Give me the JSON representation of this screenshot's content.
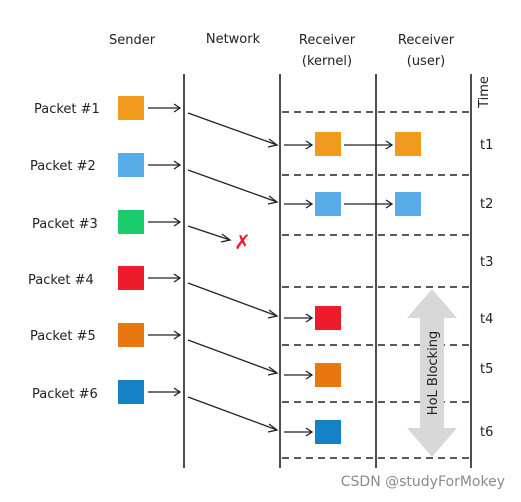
{
  "headers": {
    "sender": "Sender",
    "network": "Network",
    "receiver_kernel_1": "Receiver",
    "receiver_kernel_2": "(kernel)",
    "receiver_user_1": "Receiver",
    "receiver_user_2": "(user)",
    "time": "Time"
  },
  "packets": [
    {
      "label": "Packet #1",
      "color": "#f29a1e"
    },
    {
      "label": "Packet #2",
      "color": "#58ade8"
    },
    {
      "label": "Packet #3",
      "color": "#1bcc6d"
    },
    {
      "label": "Packet #4",
      "color": "#ee1b2b"
    },
    {
      "label": "Packet #5",
      "color": "#e87710"
    },
    {
      "label": "Packet #6",
      "color": "#1682c6"
    }
  ],
  "time_labels": [
    "t1",
    "t2",
    "t3",
    "t4",
    "t5",
    "t6"
  ],
  "lost_marker": "✗",
  "hol_label": "HoL Blocking",
  "watermark": "CSDN @studyForMokey",
  "colors": {
    "lost_mark": "#ee1b2b",
    "hol_arrow": "#d8d8d8"
  }
}
